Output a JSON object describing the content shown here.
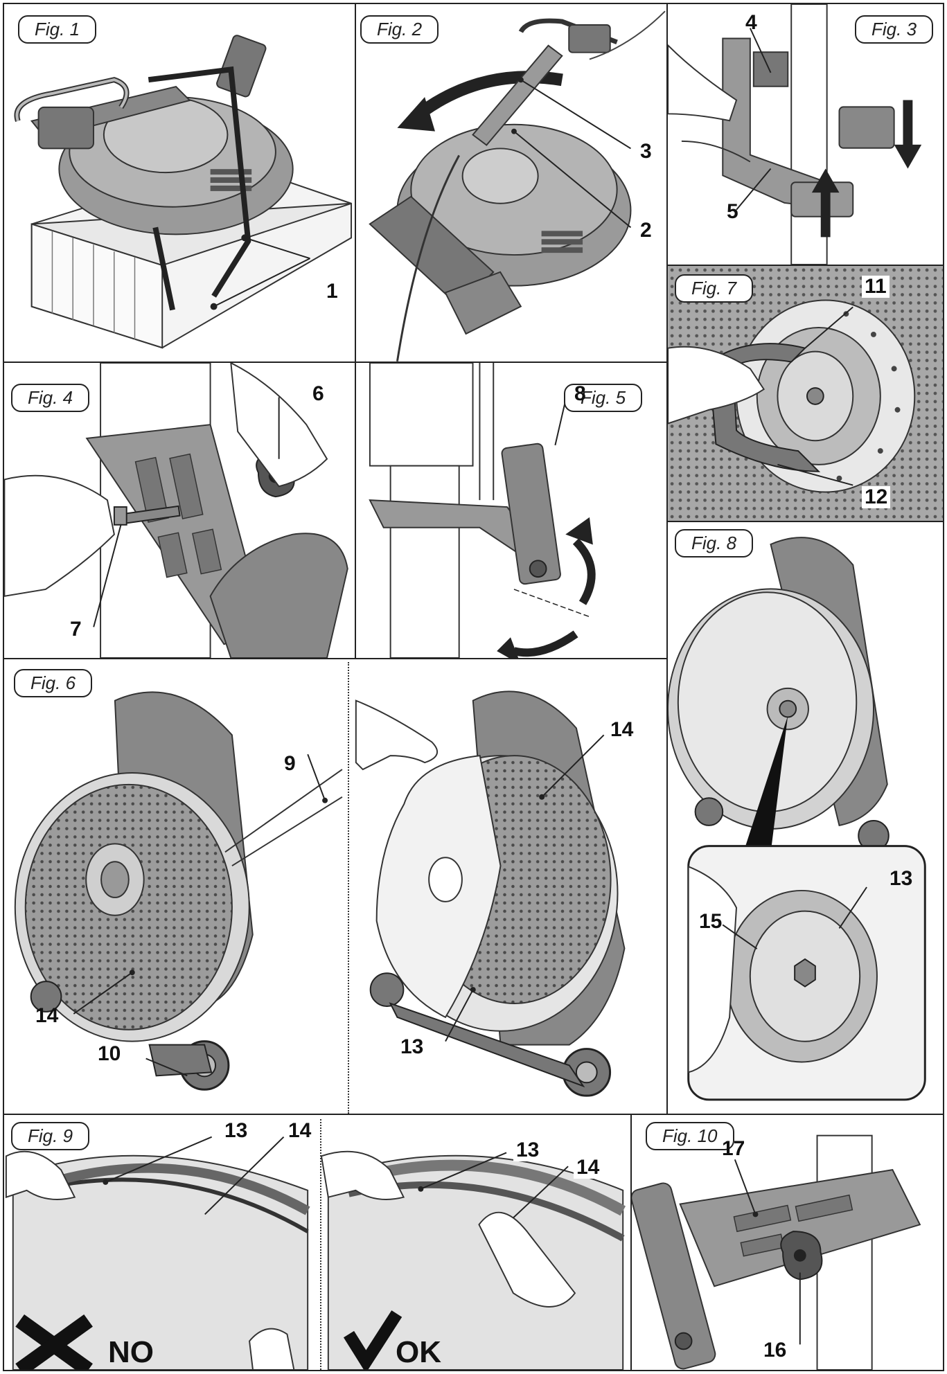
{
  "figures": {
    "fig1": {
      "label": "Fig. 1",
      "callouts": [
        "1"
      ]
    },
    "fig2": {
      "label": "Fig. 2",
      "callouts": [
        "3",
        "2"
      ]
    },
    "fig3": {
      "label": "Fig. 3",
      "callouts": [
        "4",
        "5"
      ]
    },
    "fig4": {
      "label": "Fig. 4",
      "callouts": [
        "6",
        "7"
      ]
    },
    "fig5": {
      "label": "Fig. 5",
      "callouts": [
        "8"
      ]
    },
    "fig6": {
      "label": "Fig. 6",
      "callouts": [
        "9",
        "14",
        "10",
        "14",
        "13"
      ]
    },
    "fig7": {
      "label": "Fig. 7",
      "callouts": [
        "11",
        "12"
      ]
    },
    "fig8": {
      "label": "Fig. 8",
      "callouts": [
        "13",
        "15"
      ]
    },
    "fig9": {
      "label": "Fig. 9",
      "callouts": [
        "13",
        "14",
        "13",
        "14"
      ],
      "no_label": "NO",
      "ok_label": "OK"
    },
    "fig10": {
      "label": "Fig. 10",
      "callouts": [
        "17",
        "16"
      ]
    }
  },
  "colors": {
    "line": "#222222",
    "shade": "#8a8a8a",
    "light": "#cfcfcf",
    "dark": "#555555"
  }
}
